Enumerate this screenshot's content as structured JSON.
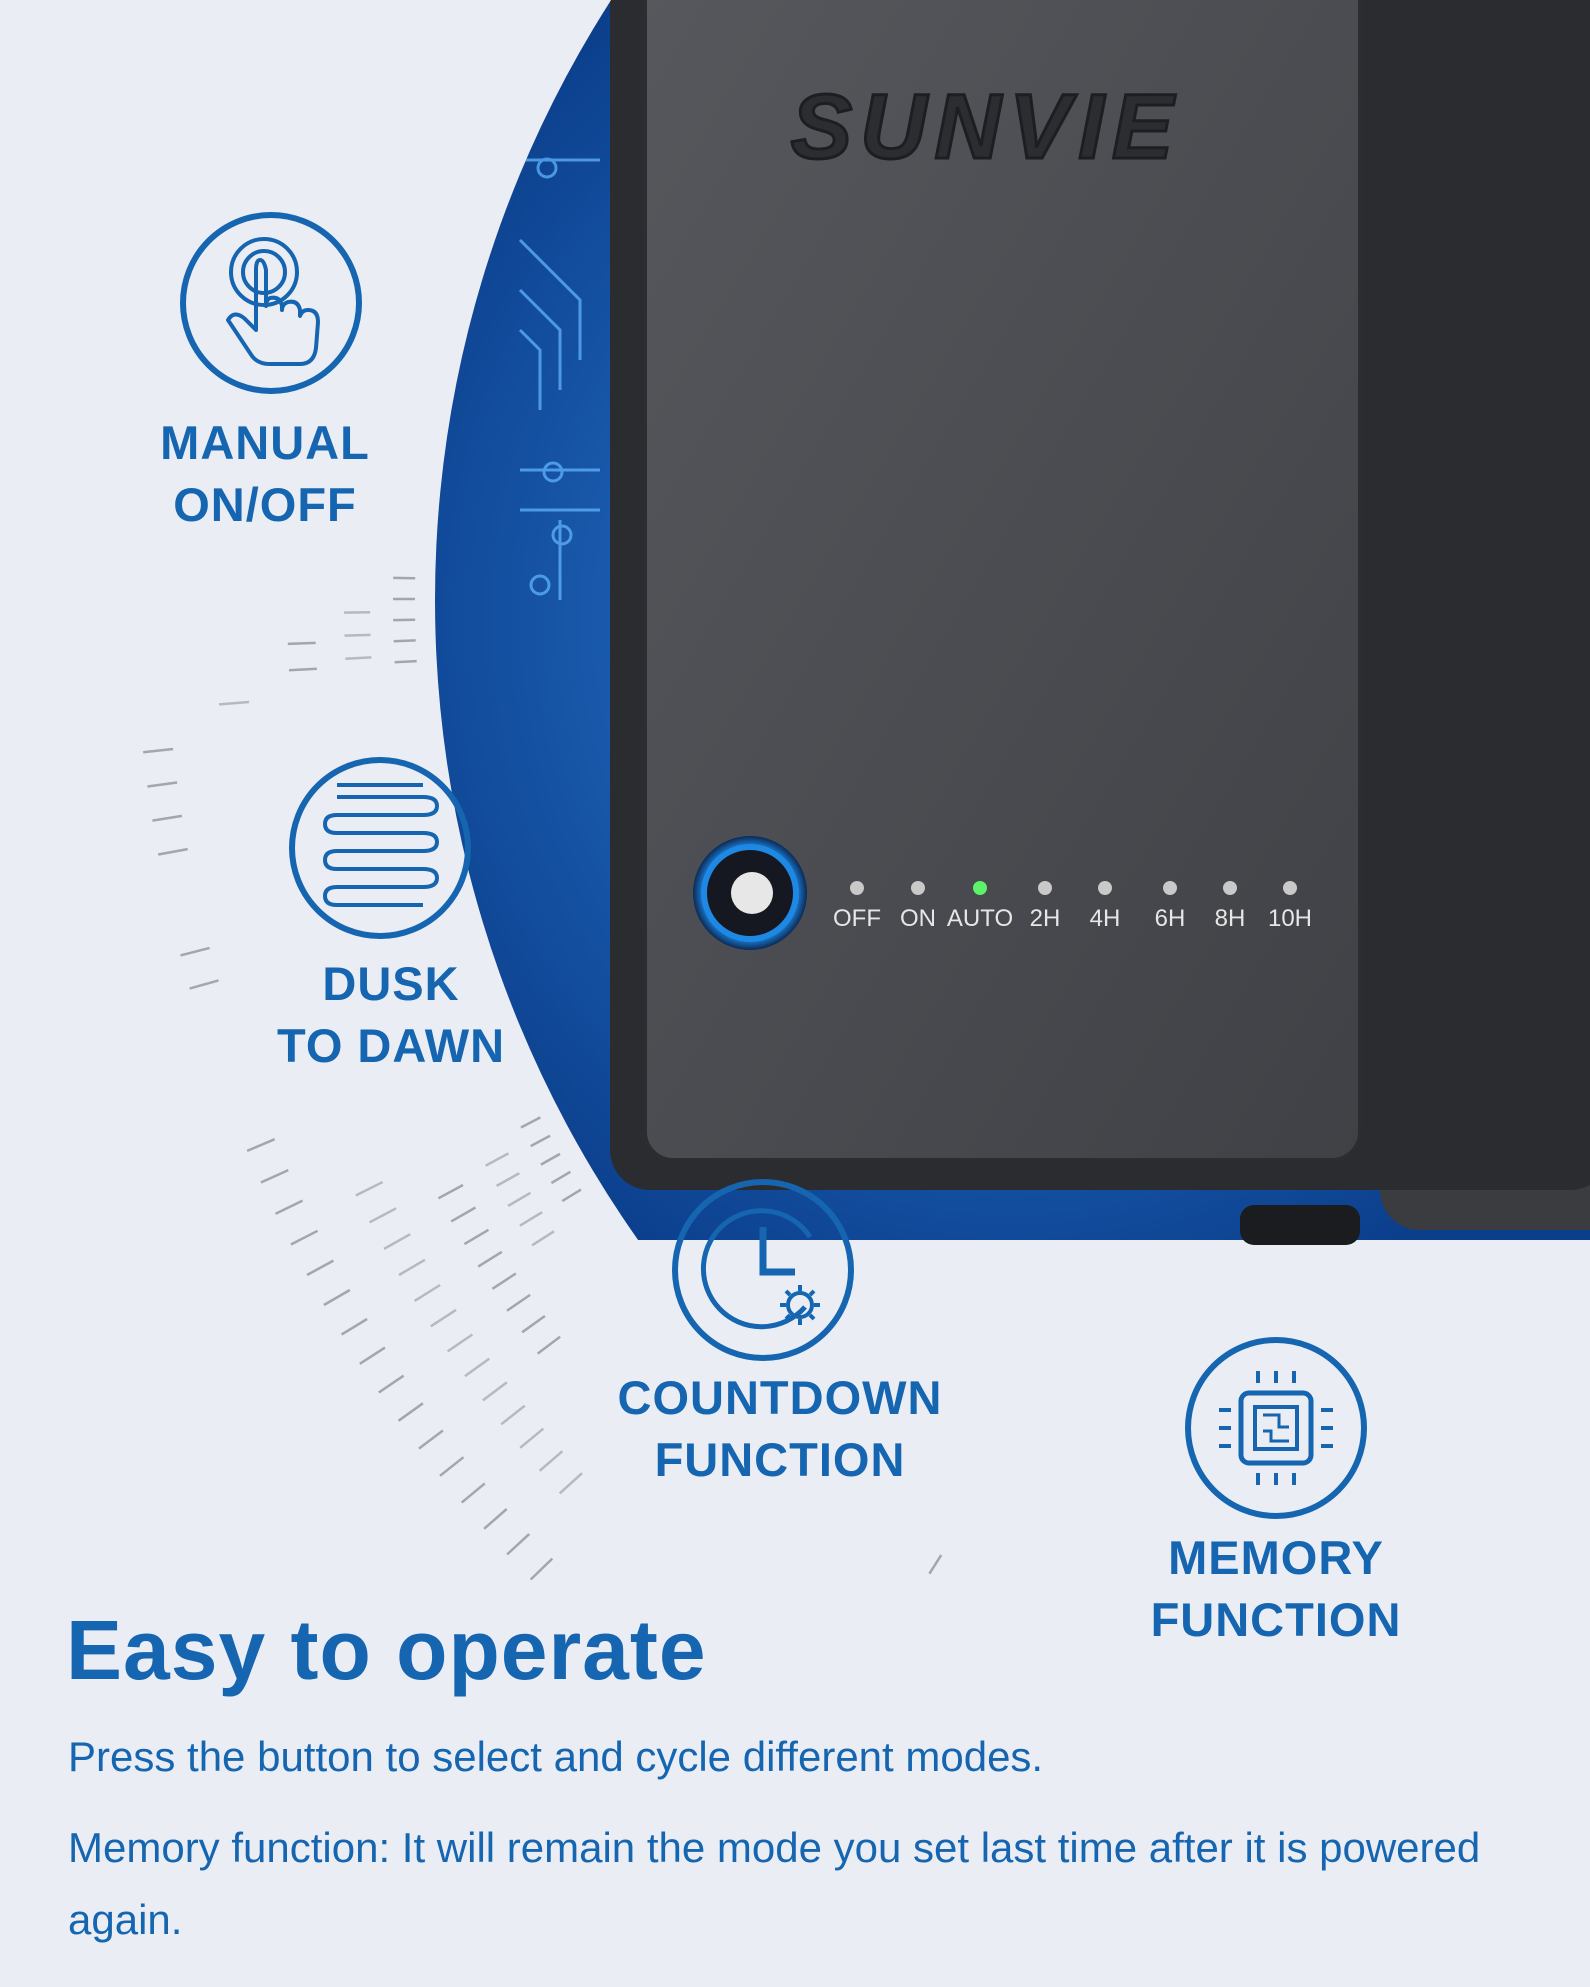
{
  "brand": {
    "name": "SUNVIE"
  },
  "device": {
    "indicators": [
      {
        "label": "OFF",
        "active": false
      },
      {
        "label": "ON",
        "active": false
      },
      {
        "label": "AUTO",
        "active": true
      },
      {
        "label": "2H",
        "active": false
      },
      {
        "label": "4H",
        "active": false
      },
      {
        "label": "6H",
        "active": false
      },
      {
        "label": "8H",
        "active": false
      },
      {
        "label": "10H",
        "active": false
      }
    ],
    "active_color": "#5cf26a",
    "ring_color": "#1e88e5"
  },
  "features": [
    {
      "icon": "hand-press-icon",
      "line1": "MANUAL",
      "line2": "ON/OFF"
    },
    {
      "icon": "dusk-to-dawn-icon",
      "line1": "DUSK",
      "line2": "TO DAWN"
    },
    {
      "icon": "clock-gear-icon",
      "line1": "COUNTDOWN",
      "line2": "FUNCTION"
    },
    {
      "icon": "chip-icon",
      "line1": "MEMORY",
      "line2": "FUNCTION"
    }
  ],
  "headline": "Easy to operate",
  "body": {
    "line1": "Press the button to select and cycle different modes.",
    "line2": "Memory function: It will remain the mode you set last time after it is powered again."
  },
  "colors": {
    "primary": "#1565b0",
    "background": "#eaedf4",
    "device": "#4b4d52"
  }
}
